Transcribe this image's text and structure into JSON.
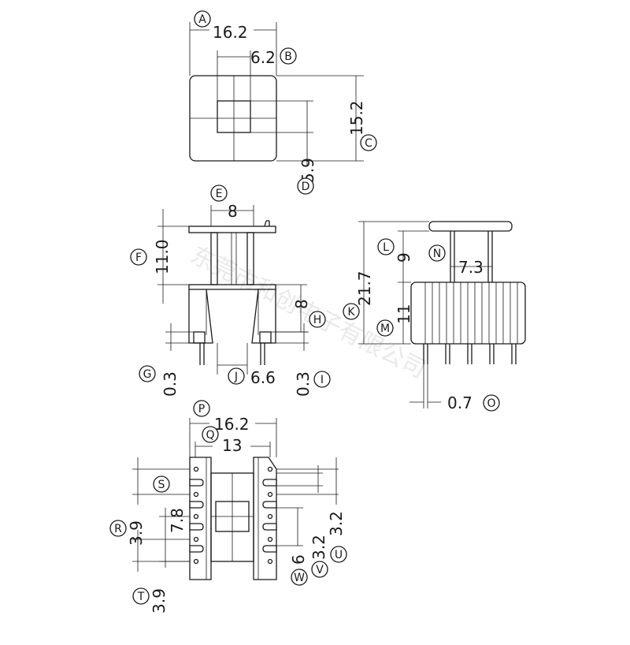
{
  "watermark": "东莞市和创电子有限公司",
  "dimensions": {
    "A": "16.2",
    "B": "6.2",
    "C": "15.2",
    "D": "5.9",
    "E": "8",
    "F": "11.0",
    "G": "0.3",
    "H": "8",
    "I": "0.3",
    "J": "6.6",
    "K": "21.7",
    "L": "9",
    "M": "11",
    "N": "7.3",
    "O": "0.7",
    "P": "16.2",
    "Q": "13",
    "R": "3.9",
    "S": "7.8",
    "T": "3.9",
    "U": "3.2",
    "V": "3.2",
    "W": "6"
  },
  "callouts": [
    "A",
    "B",
    "C",
    "D",
    "E",
    "F",
    "G",
    "H",
    "I",
    "J",
    "K",
    "L",
    "M",
    "N",
    "O",
    "P",
    "Q",
    "R",
    "S",
    "T",
    "U",
    "V",
    "W"
  ]
}
